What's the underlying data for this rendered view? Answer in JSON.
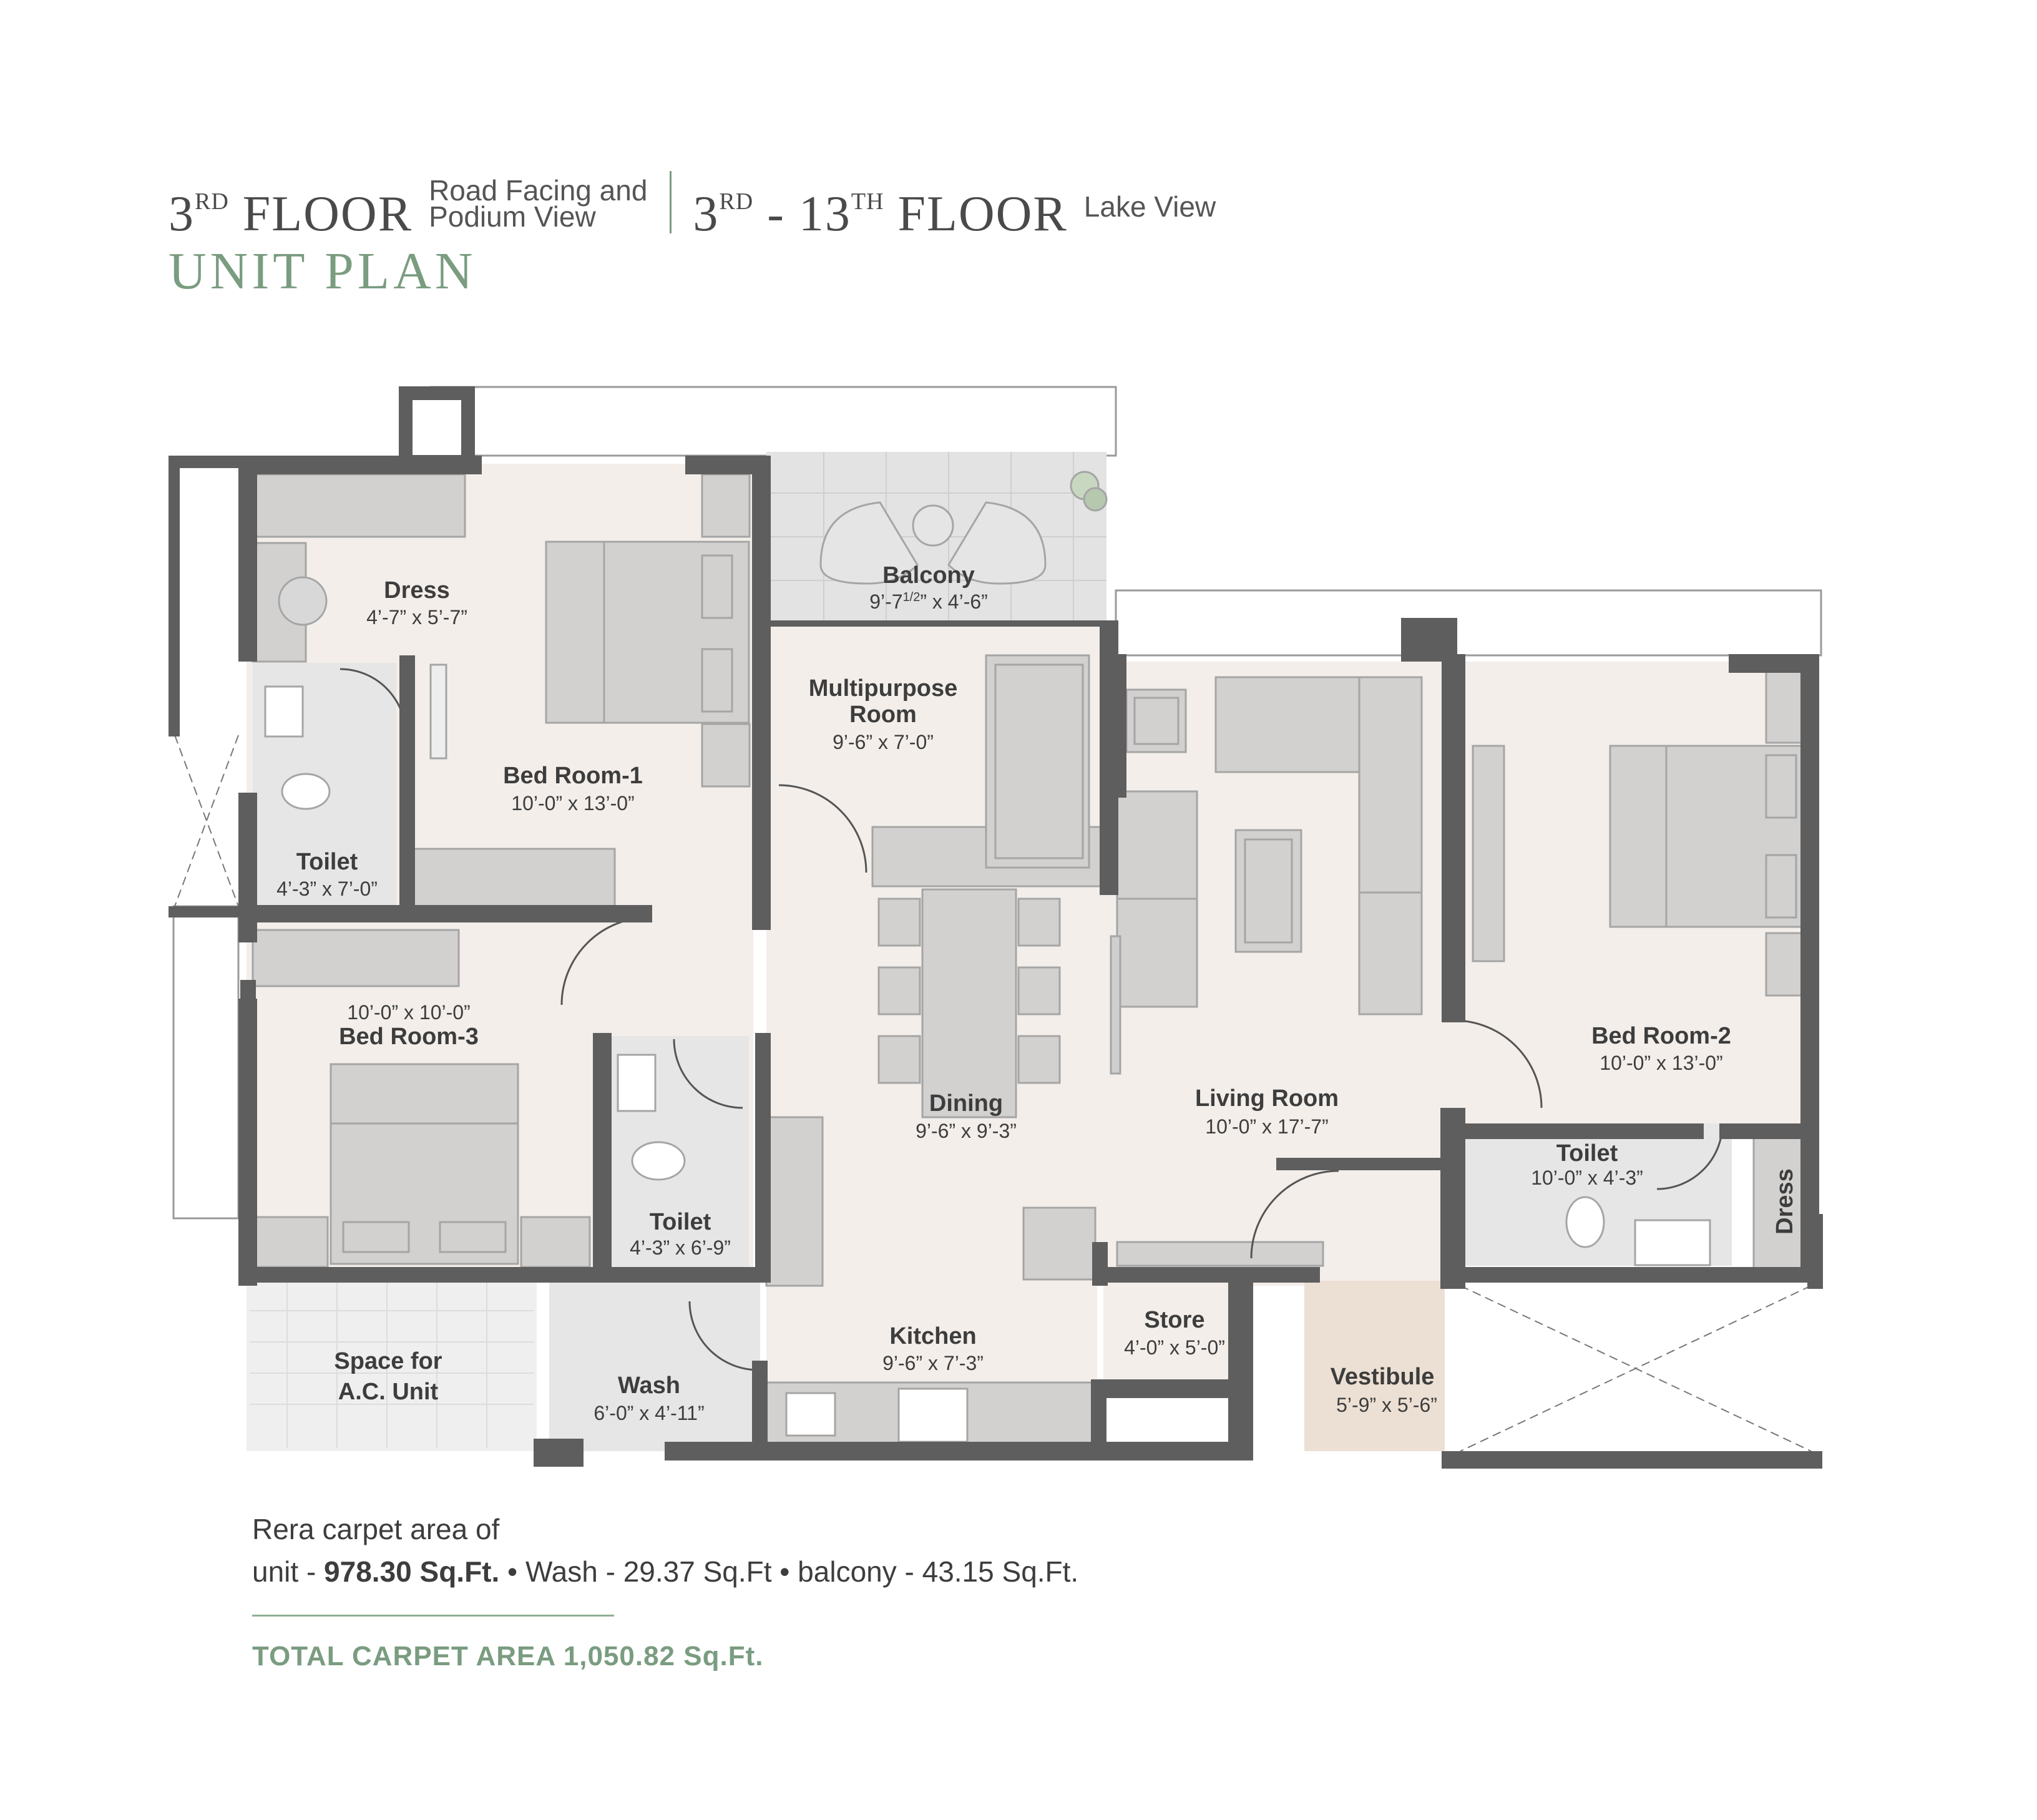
{
  "header": {
    "left_floor_prefix": "3",
    "left_floor_sup": "RD",
    "left_floor_word": "FLOOR",
    "left_view_line1": "Road Facing and",
    "left_view_line2": "Podium View",
    "right_floor_start": "3",
    "right_floor_start_sup": "RD",
    "right_floor_dash": "- 13",
    "right_floor_end_sup": "TH",
    "right_floor_word": "FLOOR",
    "right_view": "Lake View",
    "subtitle": "UNIT PLAN"
  },
  "rooms": [
    {
      "name": "Dress",
      "dims": "4’-7” x 5’-7”"
    },
    {
      "name": "Balcony",
      "dims_main": "9’-7",
      "dims_sup": "1/2",
      "dims_tail": "” x 4’-6”"
    },
    {
      "name_line1": "Multipurpose",
      "name_line2": "Room",
      "dims": "9’-6” x 7’-0”"
    },
    {
      "name": "Bed Room-1",
      "dims": "10’-0” x 13’-0”"
    },
    {
      "name": "Toilet",
      "dims": "4’-3” x 7’-0”"
    },
    {
      "name": "Bed Room-3",
      "dims": "10’-0” x 10’-0”"
    },
    {
      "name": "Toilet",
      "dims": "4’-3” x 6’-9”"
    },
    {
      "name": "Dining",
      "dims": "9’-6” x 9’-3”"
    },
    {
      "name": "Living Room",
      "dims": "10’-0” x 17’-7”"
    },
    {
      "name": "Bed Room-2",
      "dims": "10’-0” x 13’-0”"
    },
    {
      "name": "Toilet",
      "dims": "10’-0” x 4’-3”"
    },
    {
      "name": "Dress"
    },
    {
      "name_line1": "Space for",
      "name_line2": "A.C. Unit"
    },
    {
      "name": "Wash",
      "dims": "6’-0” x 4’-11”"
    },
    {
      "name": "Kitchen",
      "dims": "9’-6” x 7’-3”"
    },
    {
      "name": "Store",
      "dims": "4’-0” x 5’-0”"
    },
    {
      "name": "Vestibule",
      "dims": "5’-9” x 5’-6”"
    }
  ],
  "area": {
    "line1": "Rera carpet area of",
    "unit_label": "unit - ",
    "unit_value": "978.30 Sq.Ft.",
    "wash": " • Wash - 29.37 Sq.Ft • balcony - 43.15 Sq.Ft.",
    "total": "TOTAL CARPET AREA 1,050.82 Sq.Ft."
  },
  "colors": {
    "accent_green": "#7a9c80",
    "wall": "#5f5e5e",
    "floor": "#f3eeea",
    "vestibule": "#ece0d4",
    "furniture": "#d2d1d0"
  }
}
